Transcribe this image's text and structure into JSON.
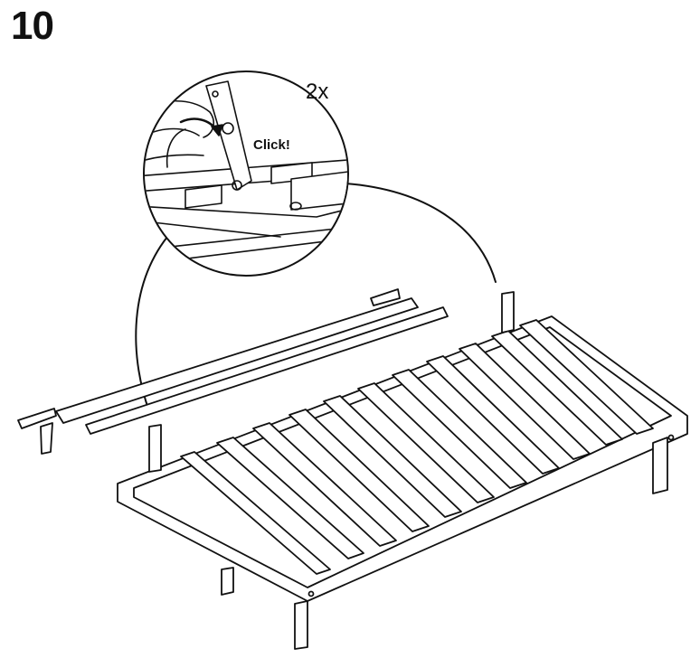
{
  "step": {
    "number": "10"
  },
  "detail": {
    "count": "2x",
    "sound_label": "Click!"
  },
  "icons": [
    "bed-frame-illustration",
    "detail-magnifier-circle",
    "hand-icon",
    "rotate-arrow-icon"
  ]
}
